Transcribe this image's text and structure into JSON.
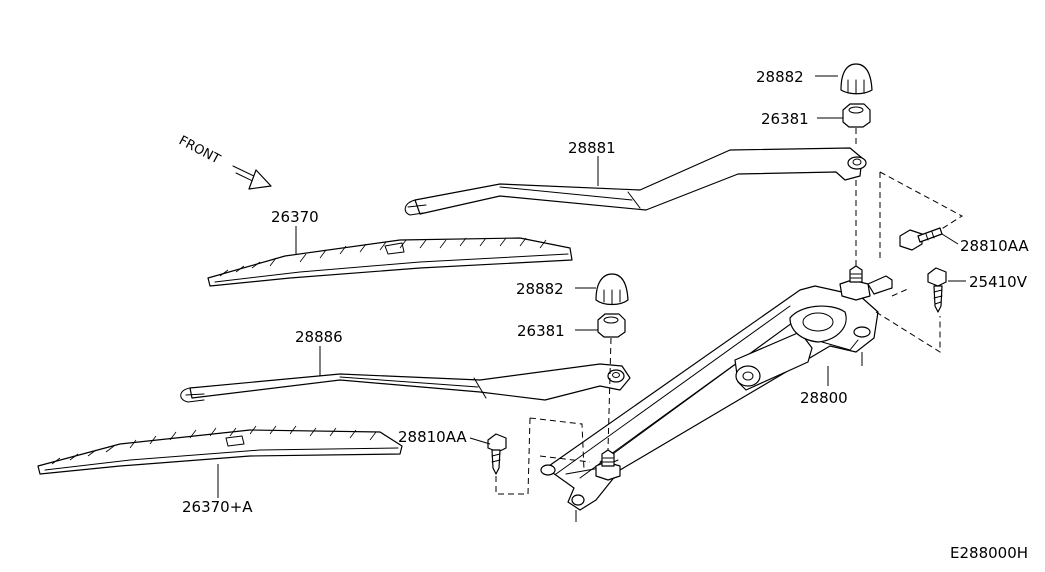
{
  "diagram": {
    "id_code": "E288000H",
    "direction_label": "FRONT",
    "callouts": {
      "cap_upper": "28882",
      "nut_upper": "26381",
      "arm_upper": "28881",
      "blade_upper": "26370",
      "bolt_upper": "28810AA",
      "screw": "25410V",
      "cap_lower": "28882",
      "nut_lower": "26381",
      "arm_lower": "28886",
      "linkage_motor": "28800",
      "bolt_lower": "28810AA",
      "blade_lower": "26370+A"
    }
  }
}
